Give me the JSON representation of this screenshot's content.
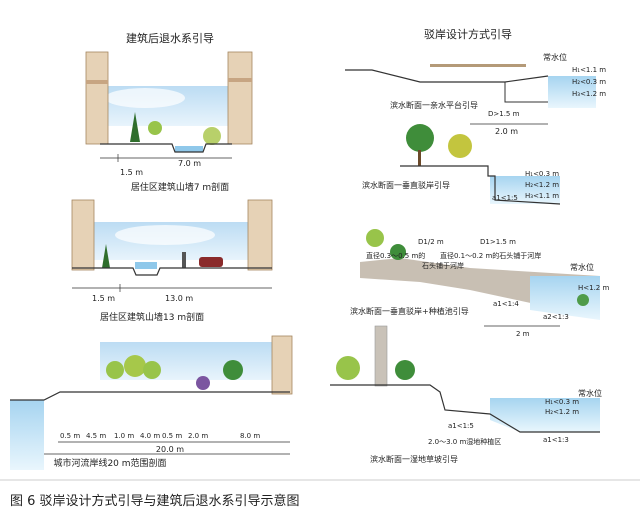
{
  "left_column": {
    "title": "建筑后退水系引导",
    "panel1": {
      "dim_a": "1.5 m",
      "dim_b": "7.0 m",
      "caption": "居住区建筑山墙7 m剖面"
    },
    "panel2": {
      "dim_a": "1.5 m",
      "dim_b": "13.0 m",
      "caption": "居住区建筑山墙13 m剖面"
    },
    "panel3": {
      "dims": [
        "0.5 m",
        "4.5 m",
        "1.0 m",
        "4.0 m",
        "0.5 m",
        "2.0 m",
        "8.0 m"
      ],
      "total": "20.0 m",
      "caption": "城市河流岸线20 m范围剖面"
    }
  },
  "right_column": {
    "title": "驳岸设计方式引导",
    "panel1": {
      "water_level": "常水位",
      "h1": "H₁<1.1 m",
      "h2": "H₂<0.3 m",
      "h3": "H₃<1.2 m",
      "d": "D>1.5 m",
      "width": "2.0 m",
      "caption": "滨水断面一亲水平台引导"
    },
    "panel2": {
      "h1": "H₁<0.3 m",
      "h2": "H₂<1.2 m",
      "h3": "H₃<1.1 m",
      "slope": "a1<1:5",
      "caption": "滨水断面一垂直驳岸引导"
    },
    "panel3": {
      "d1": "D1/2 m",
      "d2": "D1>1.5 m",
      "note1": "直径0.3～0.5 m的",
      "note2": "直径0.1～0.2 m的石头铺于河岸",
      "note3": "石头铺于河岸",
      "water_level": "常水位",
      "h": "H<1.2 m",
      "slope1": "a1<1:4",
      "slope2": "a2<1:3",
      "width": "2 m",
      "caption": "滨水断面一垂直驳岸+种植池引导"
    },
    "panel4": {
      "water_level": "常水位",
      "h1": "H₁<0.3 m",
      "h2": "H₂<1.2 m",
      "slope1": "a1<1:5",
      "zone": "2.0～3.0 m湿地种植区",
      "slope2": "a1<1:3",
      "caption": "滨水断面一湿地草坡引导"
    }
  },
  "figure_caption": "图 6  驳岸设计方式引导与建筑后退水系引导示意图",
  "colors": {
    "sky": "#cfe6f7",
    "building": "#e6d2b6",
    "building_dark": "#c7a582",
    "tree": "#3f8d3a",
    "tree_light": "#98c44a",
    "water": "#8fc8ea",
    "ground": "#6d6a5e",
    "line": "#333333"
  }
}
